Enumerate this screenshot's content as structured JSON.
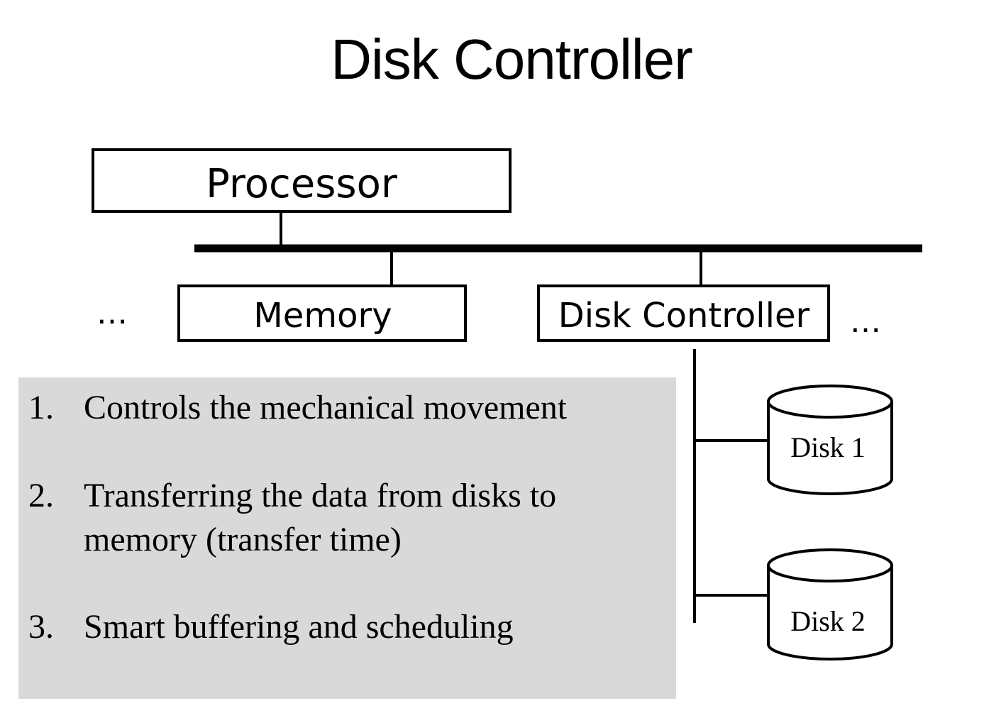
{
  "slide": {
    "title": "Disk Controller"
  },
  "diagram": {
    "processor_label": "Processor",
    "memory_label": "Memory",
    "controller_label": "Disk Controller",
    "ellipsis_left": "…",
    "ellipsis_right": "…",
    "disks": [
      {
        "label": "Disk 1"
      },
      {
        "label": "Disk 2"
      }
    ]
  },
  "notes": {
    "background_color": "#d9d9d9",
    "items": [
      {
        "number": "1.",
        "lines": [
          "Controls the mechanical movement"
        ]
      },
      {
        "number": "2.",
        "lines": [
          "Transferring the data from disks to",
          "memory (transfer time)"
        ]
      },
      {
        "number": "3.",
        "lines": [
          "Smart buffering and scheduling"
        ]
      }
    ]
  }
}
